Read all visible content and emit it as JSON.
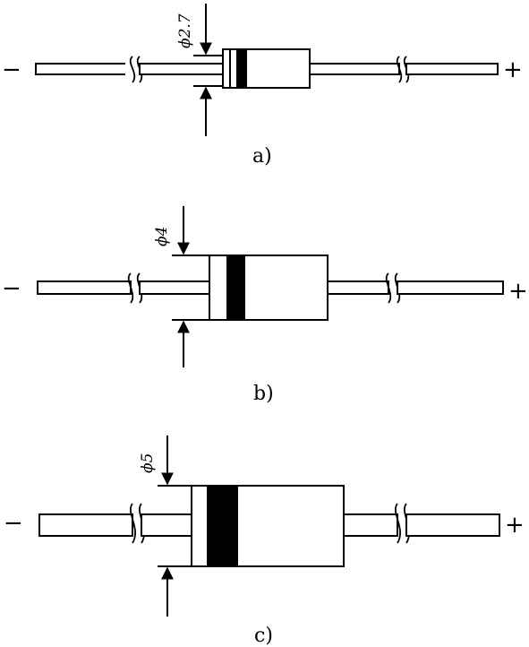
{
  "diagrams": [
    {
      "caption": "a)",
      "diameter_label": "ϕ2.7",
      "minus": "−",
      "plus": "+"
    },
    {
      "caption": "b)",
      "diameter_label": "ϕ4",
      "minus": "−",
      "plus": "+"
    },
    {
      "caption": "c)",
      "diameter_label": "ϕ5",
      "minus": "−",
      "plus": "+"
    }
  ],
  "colors": {
    "ink": "#000000",
    "paper": "#ffffff"
  }
}
